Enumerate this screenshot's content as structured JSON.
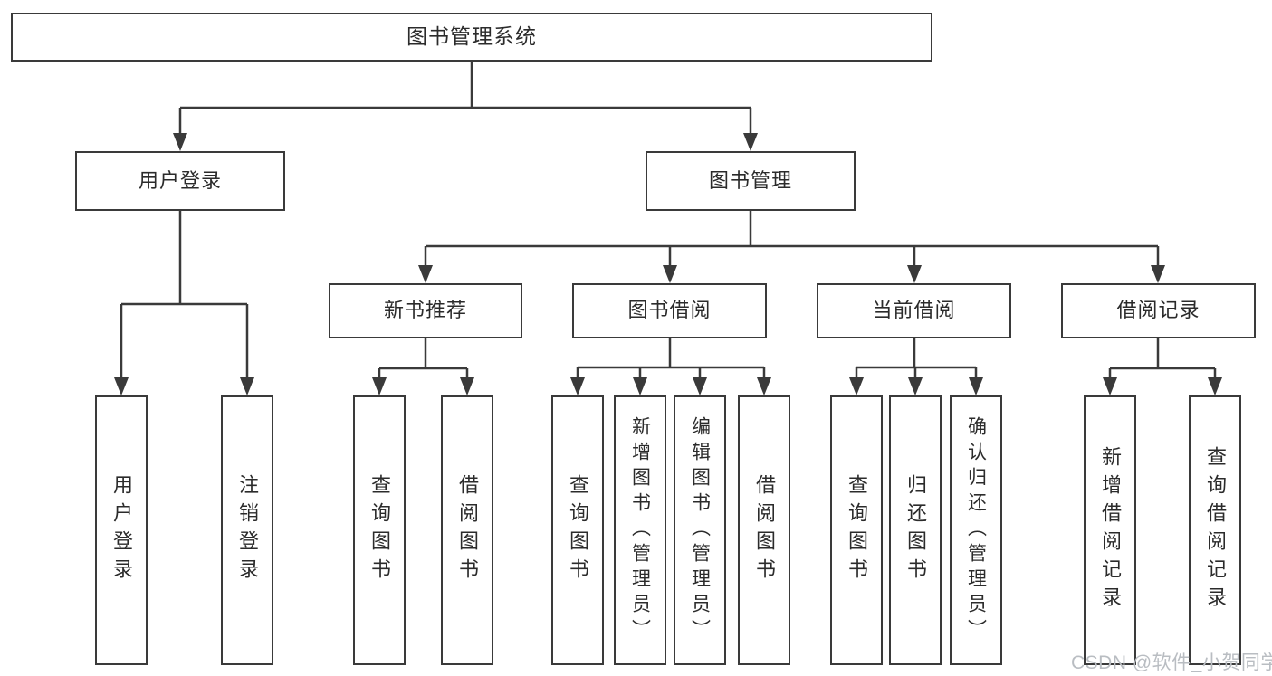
{
  "diagram": {
    "title": "图书管理系统",
    "user_login": {
      "label": "用户登录",
      "children": [
        "用户登录",
        "注销登录"
      ]
    },
    "book_mgmt": {
      "label": "图书管理",
      "sections": [
        {
          "label": "新书推荐",
          "children": [
            "查询图书",
            "借阅图书"
          ]
        },
        {
          "label": "图书借阅",
          "children": [
            "查询图书",
            "新增图书（管理员）",
            "编辑图书（管理员）",
            "借阅图书"
          ]
        },
        {
          "label": "当前借阅",
          "children": [
            "查询图书",
            "归还图书",
            "确认归还（管理员）"
          ]
        },
        {
          "label": "借阅记录",
          "children": [
            "新增借阅记录",
            "查询借阅记录"
          ]
        }
      ]
    },
    "watermark": "CSDN @软件_小贺同学",
    "colors": {
      "line": "#3a3a3a",
      "text": "#2b2b2b",
      "watermark": "#b9bdc2",
      "background": "#ffffff"
    }
  }
}
